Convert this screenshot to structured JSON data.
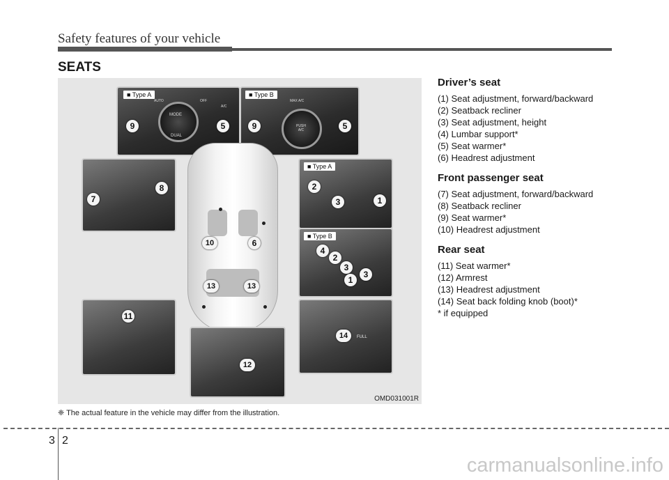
{
  "header": {
    "title": "Safety features of your vehicle"
  },
  "section": {
    "title": "SEATS"
  },
  "figure": {
    "code": "OMD031001R",
    "type_a": "■ Type A",
    "type_b": "■ Type B",
    "callouts": [
      "9",
      "5",
      "9",
      "5",
      "8",
      "7",
      "2",
      "3",
      "1",
      "4",
      "2",
      "3",
      "3",
      "1",
      "10",
      "6",
      "13",
      "13",
      "11",
      "14",
      "12"
    ]
  },
  "drivers_seat": {
    "heading": "Driver’s seat",
    "items": [
      "(1) Seat adjustment, forward/backward",
      "(2) Seatback recliner",
      "(3) Seat adjustment, height",
      "(4) Lumbar support*",
      "(5) Seat warmer*",
      "(6) Headrest adjustment"
    ]
  },
  "passenger_seat": {
    "heading": "Front passenger seat",
    "items": [
      "(7) Seat adjustment, forward/backward",
      "(8) Seatback recliner",
      "(9) Seat warmer*",
      "(10) Headrest adjustment"
    ]
  },
  "rear_seat": {
    "heading": "Rear seat",
    "items": [
      "(11) Seat warmer*",
      "(12) Armrest",
      "(13) Headrest adjustment",
      "(14) Seat back folding knob (boot)*",
      "* if equipped"
    ]
  },
  "footnote": "❈ The actual feature in the vehicle may differ from the illustration.",
  "page": {
    "chapter": "3",
    "number": "2"
  },
  "watermark": "carmanualsonline.info",
  "control_labels": {
    "mode": "MODE",
    "dual": "DUAL",
    "auto": "AUTO",
    "off": "OFF",
    "ac": "A/C",
    "push": "PUSH A/C",
    "max": "MAX A/C",
    "full": "FULL"
  }
}
